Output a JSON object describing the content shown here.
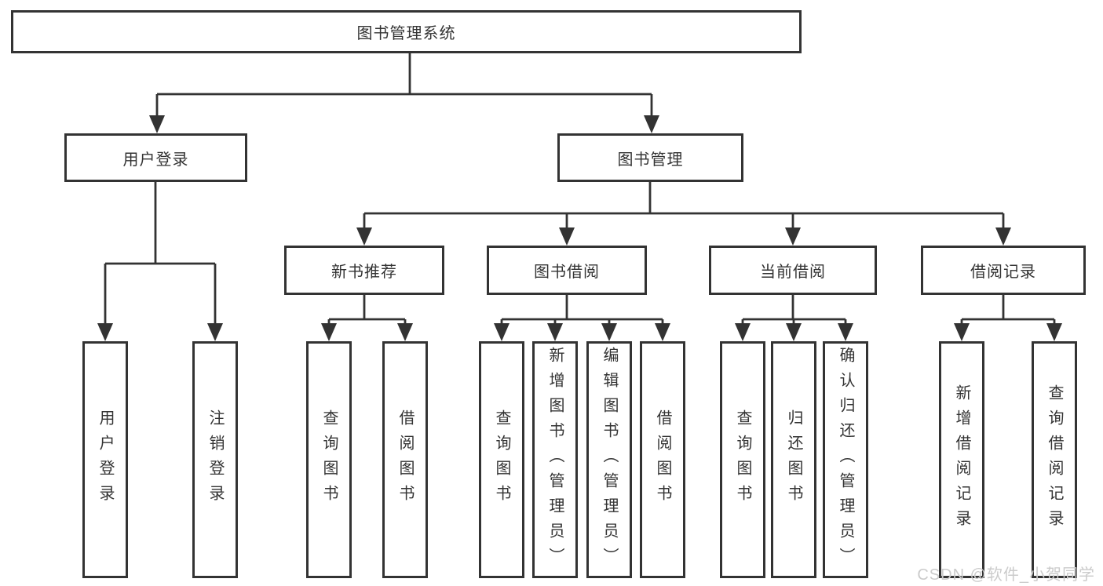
{
  "d": {
    "root": {
      "label": "图书管理系统"
    },
    "l2": [
      {
        "label": "用户登录"
      },
      {
        "label": "图书管理"
      }
    ],
    "l3": [
      {
        "parent": "图书管理",
        "label": "新书推荐"
      },
      {
        "parent": "图书管理",
        "label": "图书借阅"
      },
      {
        "parent": "图书管理",
        "label": "当前借阅"
      },
      {
        "parent": "图书管理",
        "label": "借阅记录"
      }
    ],
    "leaves": [
      {
        "parent": "用户登录",
        "label": "用户登录"
      },
      {
        "parent": "用户登录",
        "label": "注销登录"
      },
      {
        "parent": "新书推荐",
        "label": "查询图书"
      },
      {
        "parent": "新书推荐",
        "label": "借阅图书"
      },
      {
        "parent": "图书借阅",
        "label": "查询图书"
      },
      {
        "parent": "图书借阅",
        "label": "新增图书（管理员）"
      },
      {
        "parent": "图书借阅",
        "label": "编辑图书（管理员）"
      },
      {
        "parent": "图书借阅",
        "label": "借阅图书"
      },
      {
        "parent": "当前借阅",
        "label": "查询图书"
      },
      {
        "parent": "当前借阅",
        "label": "归还图书"
      },
      {
        "parent": "当前借阅",
        "label": "确认归还（管理员）"
      },
      {
        "parent": "借阅记录",
        "label": "新增借阅记录"
      },
      {
        "parent": "借阅记录",
        "label": "查询借阅记录"
      }
    ],
    "colors": {
      "line": "#333333",
      "box_border": "#333333",
      "text": "#333333",
      "background": "#ffffff",
      "watermark": "#cbcbcb"
    },
    "watermark": "CSDN @软件_小贺同学"
  }
}
